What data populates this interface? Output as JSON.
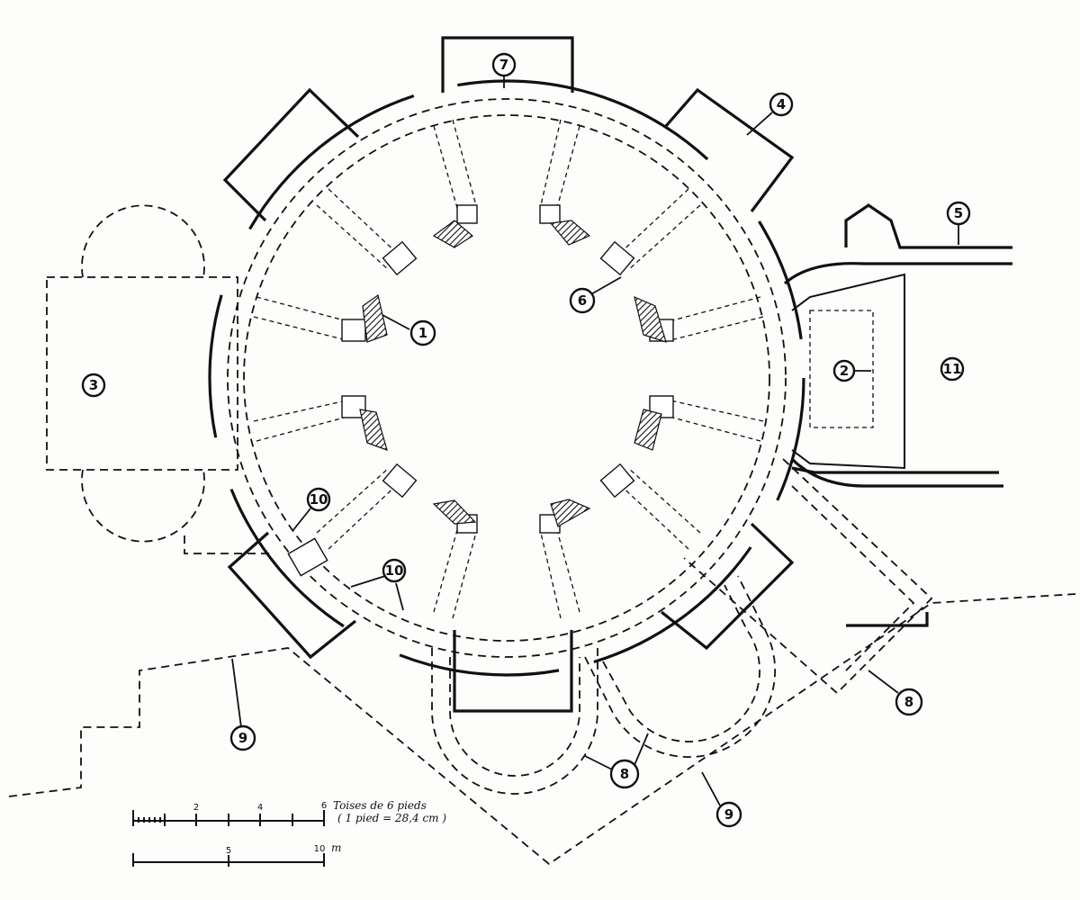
{
  "diagram": {
    "markers": [
      {
        "id": "m1",
        "label": "1"
      },
      {
        "id": "m2",
        "label": "2"
      },
      {
        "id": "m3",
        "label": "3"
      },
      {
        "id": "m4",
        "label": "4"
      },
      {
        "id": "m5",
        "label": "5"
      },
      {
        "id": "m6",
        "label": "6"
      },
      {
        "id": "m7",
        "label": "7"
      },
      {
        "id": "m8a",
        "label": "8"
      },
      {
        "id": "m8b",
        "label": "8"
      },
      {
        "id": "m9a",
        "label": "9"
      },
      {
        "id": "m9b",
        "label": "9"
      },
      {
        "id": "m10a",
        "label": "10"
      },
      {
        "id": "m10b",
        "label": "10"
      },
      {
        "id": "m11",
        "label": "11"
      }
    ]
  },
  "scale": {
    "toises_caption_line1": "Toises de 6 pieds",
    "toises_caption_line2": "( 1 pied = 28,4 cm )",
    "toises_ticks": [
      "2",
      "4",
      "6"
    ],
    "meters_ticks": [
      "5",
      "10"
    ],
    "meters_unit": "m"
  },
  "colors": {
    "ink": "#111111",
    "paper": "#fdfdfc"
  }
}
